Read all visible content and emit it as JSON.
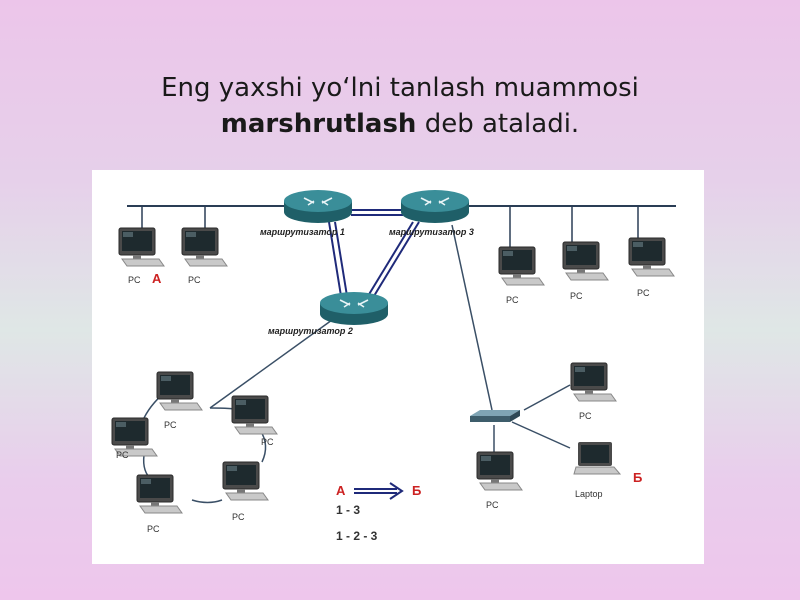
{
  "slide": {
    "title_line1": "Eng yaxshi yo‘lni tanlash muammosi",
    "title_bold": "marshrutlash",
    "title_rest": " deb ataladi."
  },
  "diagram": {
    "routers": [
      {
        "label": "маршрутизатор 1"
      },
      {
        "label": "маршрутизатор 3"
      },
      {
        "label": "маршрутизатор 2"
      }
    ],
    "pc_label": "PC",
    "laptop_label": "Laptop",
    "node_a": "A",
    "node_b": "Б",
    "legend": {
      "from": "A",
      "to": "Б",
      "path1": "1 - 3",
      "path2": "1 - 2 - 3"
    },
    "colors": {
      "router": "#2f7f8a",
      "link": "#1f2a7a",
      "accent": "#cc2222"
    }
  }
}
